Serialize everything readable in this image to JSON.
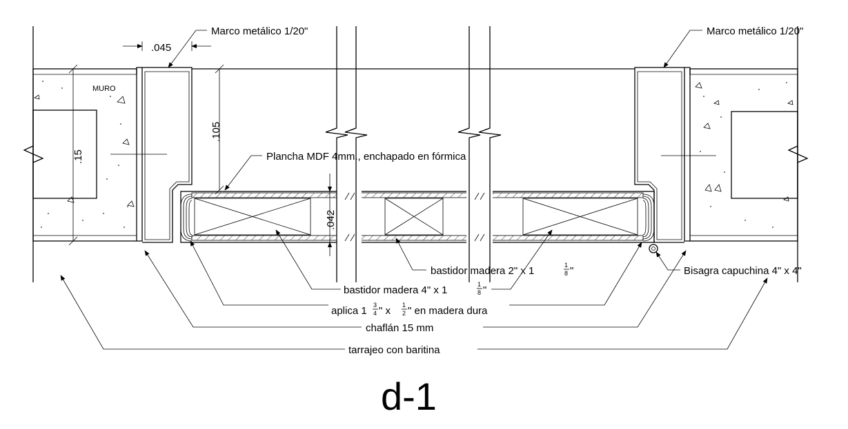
{
  "labels": {
    "marco_left": "Marco metálico 1/20\"",
    "marco_right": "Marco metálico 1/20\"",
    "dim_045": ".045",
    "dim_105": ".105",
    "dim_15": ".15",
    "dim_042": ".042",
    "muro": "MURO",
    "plancha": "Plancha MDF 4mm., enchapado en fórmica",
    "bastidor_2": "bastidor madera 2\" x 1",
    "bastidor_4": "bastidor madera 4\" x 1",
    "frac_1_8_num": "1",
    "frac_1_8_den": "8",
    "quote": "\"",
    "aplica_a": "aplica 1",
    "frac_3_4_num": "3",
    "frac_3_4_den": "4",
    "aplica_b": "\" x",
    "frac_1_2_num": "1",
    "frac_1_2_den": "2",
    "aplica_c": "\" en madera dura",
    "bisagra": "Bisagra capuchina 4\" x 4\"",
    "chaflan": "chaflán 15 mm",
    "tarrajeo": "tarrajeo con baritina",
    "title": "d-1"
  }
}
